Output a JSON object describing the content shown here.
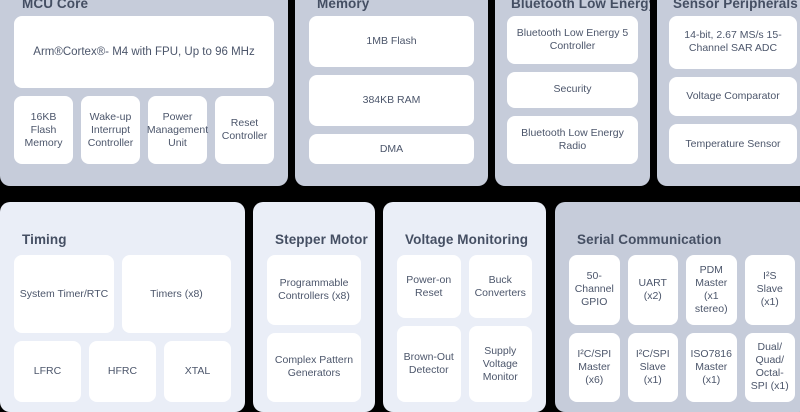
{
  "colors": {
    "panel_dark": "#c6ccda",
    "panel_light": "#eaeef7",
    "block_fill": "#ffffff",
    "text": "#4c566b",
    "title_text": "#454f63",
    "background": "#000000"
  },
  "panels": [
    {
      "id": "mcu-core",
      "title": "MCU Core",
      "shade": "dark",
      "rows": [
        {
          "cells": [
            {
              "label": "Arm®Cortex®- M4 with FPU, Up to 96 MHz"
            }
          ]
        },
        {
          "cells": [
            {
              "label": "16KB Flash Memory"
            },
            {
              "label": "Wake-up Interrupt Controller"
            },
            {
              "label": "Power Management Unit"
            },
            {
              "label": "Reset Controller"
            }
          ]
        }
      ]
    },
    {
      "id": "memory",
      "title": "Memory",
      "shade": "dark",
      "rows": [
        {
          "cells": [
            {
              "label": "1MB Flash"
            }
          ]
        },
        {
          "cells": [
            {
              "label": "384KB RAM"
            }
          ]
        },
        {
          "cells": [
            {
              "label": "DMA"
            }
          ]
        }
      ]
    },
    {
      "id": "bluetooth",
      "title": "Bluetooth Low Energy",
      "shade": "dark",
      "rows": [
        {
          "cells": [
            {
              "label": "Bluetooth Low Energy 5 Controller"
            }
          ]
        },
        {
          "cells": [
            {
              "label": "Security"
            }
          ]
        },
        {
          "cells": [
            {
              "label": "Bluetooth Low Energy Radio"
            }
          ]
        }
      ]
    },
    {
      "id": "sensor",
      "title": "Sensor Peripherals",
      "shade": "dark",
      "rows": [
        {
          "cells": [
            {
              "label": "14-bit, 2.67 MS/s 15-Channel SAR ADC"
            }
          ]
        },
        {
          "cells": [
            {
              "label": "Voltage Comparator"
            }
          ]
        },
        {
          "cells": [
            {
              "label": "Temperature Sensor"
            }
          ]
        }
      ]
    },
    {
      "id": "timing",
      "title": "Timing",
      "shade": "light",
      "rows": [
        {
          "cells": [
            {
              "label": "System Timer/RTC"
            },
            {
              "label": "Timers (x8)"
            }
          ]
        },
        {
          "cells": [
            {
              "label": "LFRC"
            },
            {
              "label": "HFRC"
            },
            {
              "label": "XTAL"
            }
          ]
        }
      ]
    },
    {
      "id": "stepper",
      "title": "Stepper Motor",
      "shade": "light",
      "rows": [
        {
          "cells": [
            {
              "label": "Programmable Controllers (x8)"
            }
          ]
        },
        {
          "cells": [
            {
              "label": "Complex Pattern Generators"
            }
          ]
        }
      ]
    },
    {
      "id": "voltage",
      "title": "Voltage Monitoring",
      "shade": "light",
      "rows": [
        {
          "cells": [
            {
              "label": "Power-on Reset"
            },
            {
              "label": "Buck Converters"
            }
          ]
        },
        {
          "cells": [
            {
              "label": "Brown-Out Detector"
            },
            {
              "label": "Supply Voltage Monitor"
            }
          ]
        }
      ]
    },
    {
      "id": "serial",
      "title": "Serial Communication",
      "shade": "dark",
      "rows": [
        {
          "cells": [
            {
              "label": "50-Channel GPIO"
            },
            {
              "label": "UART (x2)"
            },
            {
              "label": "PDM Master (x1 stereo)"
            },
            {
              "label": "I²S Slave (x1)"
            }
          ]
        },
        {
          "cells": [
            {
              "label": "I²C/SPI Master (x6)"
            },
            {
              "label": "I²C/SPI Slave (x1)"
            },
            {
              "label": "ISO7816 Master (x1)"
            },
            {
              "label": "Dual/ Quad/ Octal- SPI (x1)"
            }
          ]
        }
      ]
    }
  ]
}
